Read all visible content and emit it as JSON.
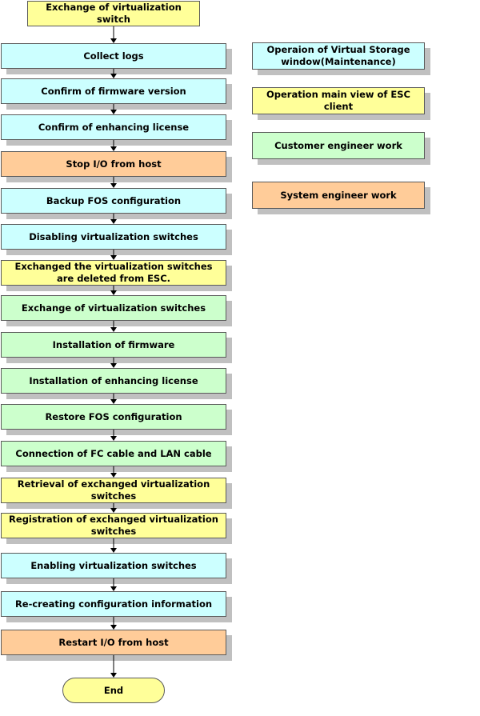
{
  "colors": {
    "cyan": "#ccffff",
    "yellow": "#ffff99",
    "green": "#ccffcc",
    "orange": "#ffcc99"
  },
  "flow": {
    "start": {
      "label": "Exchange of virtualization switch",
      "color": "yellow"
    },
    "steps": [
      {
        "label": "Collect logs",
        "color": "cyan"
      },
      {
        "label": "Confirm of firmware version",
        "color": "cyan"
      },
      {
        "label": "Confirm of enhancing license",
        "color": "cyan"
      },
      {
        "label": "Stop I/O from host",
        "color": "orange"
      },
      {
        "label": "Backup FOS configuration",
        "color": "cyan"
      },
      {
        "label": "Disabling virtualization switches",
        "color": "cyan"
      },
      {
        "label": "Exchanged the virtualization switches are deleted from ESC.",
        "color": "yellow"
      },
      {
        "label": "Exchange of virtualization switches",
        "color": "green"
      },
      {
        "label": "Installation of firmware",
        "color": "green"
      },
      {
        "label": "Installation of enhancing license",
        "color": "green"
      },
      {
        "label": "Restore FOS configuration",
        "color": "green"
      },
      {
        "label": "Connection of FC cable and LAN cable",
        "color": "green"
      },
      {
        "label": "Retrieval of exchanged virtualization switches",
        "color": "yellow"
      },
      {
        "label": "Registration of exchanged virtualization switches",
        "color": "yellow"
      },
      {
        "label": "Enabling virtualization switches",
        "color": "cyan"
      },
      {
        "label": "Re-creating configuration information",
        "color": "cyan"
      },
      {
        "label": "Restart I/O from host",
        "color": "orange"
      }
    ],
    "end": {
      "label": "End"
    }
  },
  "legend": [
    {
      "label": "Operaion of Virtual Storage window(Maintenance)",
      "color": "cyan"
    },
    {
      "label": "Operation main view of ESC client",
      "color": "yellow"
    },
    {
      "label": "Customer engineer work",
      "color": "green"
    },
    {
      "label": "System engineer work",
      "color": "orange"
    }
  ]
}
